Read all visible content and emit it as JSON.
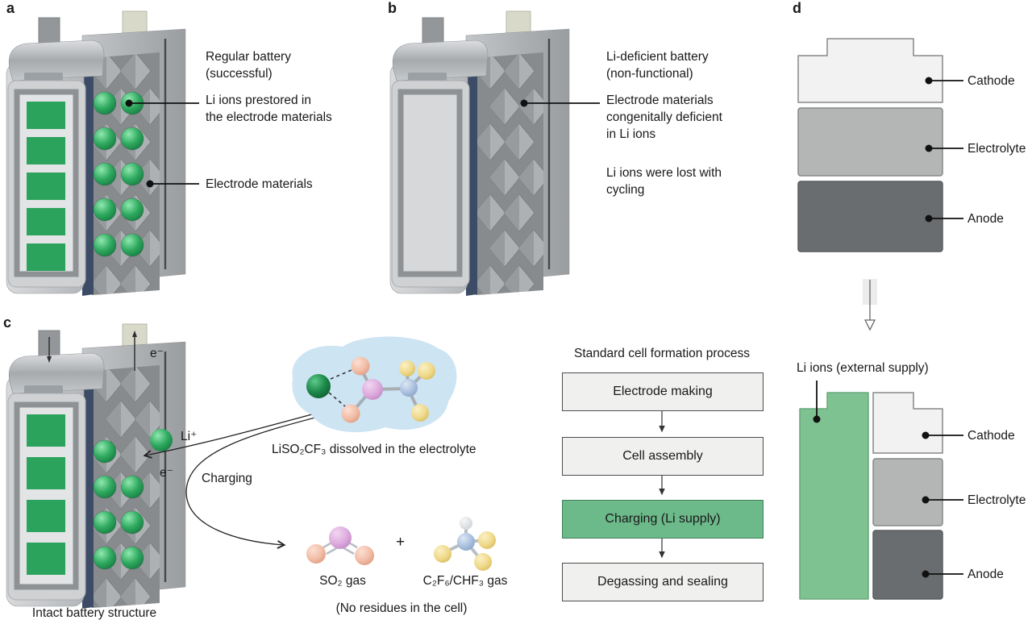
{
  "colors": {
    "ion_green": "#2ca35c",
    "flow_highlight_green": "#6cb98a",
    "supply_green": "#7fc291",
    "cathode_gray": "#f1f2f1",
    "electrolyte_gray": "#b3b6b5",
    "anode_gray": "#6a6d6f",
    "electrolyte_blob_blue": "#cde4f3"
  },
  "panel_a": {
    "label": "a",
    "battery_title": "Regular battery\n(successful)",
    "ions_callout": "Li ions prestored in\nthe electrode materials",
    "electrode_callout": "Electrode materials"
  },
  "panel_b": {
    "label": "b",
    "battery_title": "Li-deficient battery\n(non-functional)",
    "electrode_callout": "Electrode materials\ncongenitally deficient\nin Li ions",
    "note": "Li ions were lost with\ncycling"
  },
  "panel_c": {
    "label": "c",
    "electron_top": "e⁻",
    "li_ion": "Li⁺",
    "electron_bottom": "e⁻",
    "charging": "Charging",
    "molecule_label": "LiSO₂CF₃ dissolved in the electrolyte",
    "so2_label": "SO₂ gas",
    "plus": "+",
    "chf3_label": "C₂F₆/CHF₃ gas",
    "no_residues": "(No residues in the cell)",
    "caption": "Intact battery structure"
  },
  "flowchart": {
    "title": "Standard cell formation process",
    "steps": [
      {
        "label": "Electrode making",
        "highlighted": false
      },
      {
        "label": "Cell assembly",
        "highlighted": false
      },
      {
        "label": "Charging (Li supply)",
        "highlighted": true
      },
      {
        "label": "Degassing and sealing",
        "highlighted": false
      }
    ]
  },
  "panel_d": {
    "label": "d",
    "top_stack": [
      "Cathode",
      "Electrolyte",
      "Anode"
    ],
    "li_supply_label": "Li ions (external supply)",
    "bottom_stack": [
      "Cathode",
      "Electrolyte",
      "Anode"
    ]
  }
}
